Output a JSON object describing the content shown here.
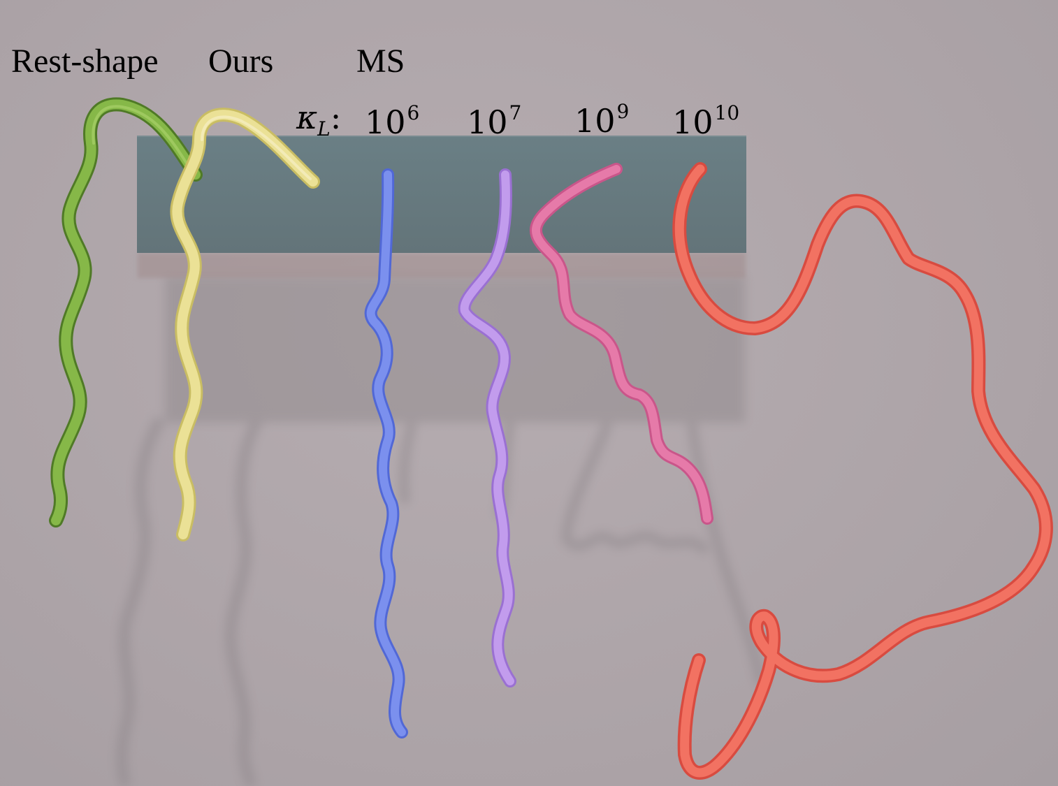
{
  "column_labels": {
    "rest_shape": "Rest-shape",
    "ours": "Ours",
    "ms": "MS"
  },
  "kappa_symbol": "κ",
  "kappa_subscript": "L",
  "kappa_colon": ":",
  "kappa_values": [
    {
      "base": "10",
      "exp": "6"
    },
    {
      "base": "10",
      "exp": "7"
    },
    {
      "base": "10",
      "exp": "9"
    },
    {
      "base": "10",
      "exp": "10"
    }
  ],
  "colors": {
    "background": "#b0a8ac",
    "block": "#6a7f84",
    "rest_shape_rod": "#76a83e",
    "ours_rod": "#e3d98a",
    "ms_1e6_rod": "#6f85ea",
    "ms_1e7_rod": "#b98ee6",
    "ms_1e9_rod": "#dc6f9f",
    "ms_1e10_rod": "#ef6b5e"
  }
}
